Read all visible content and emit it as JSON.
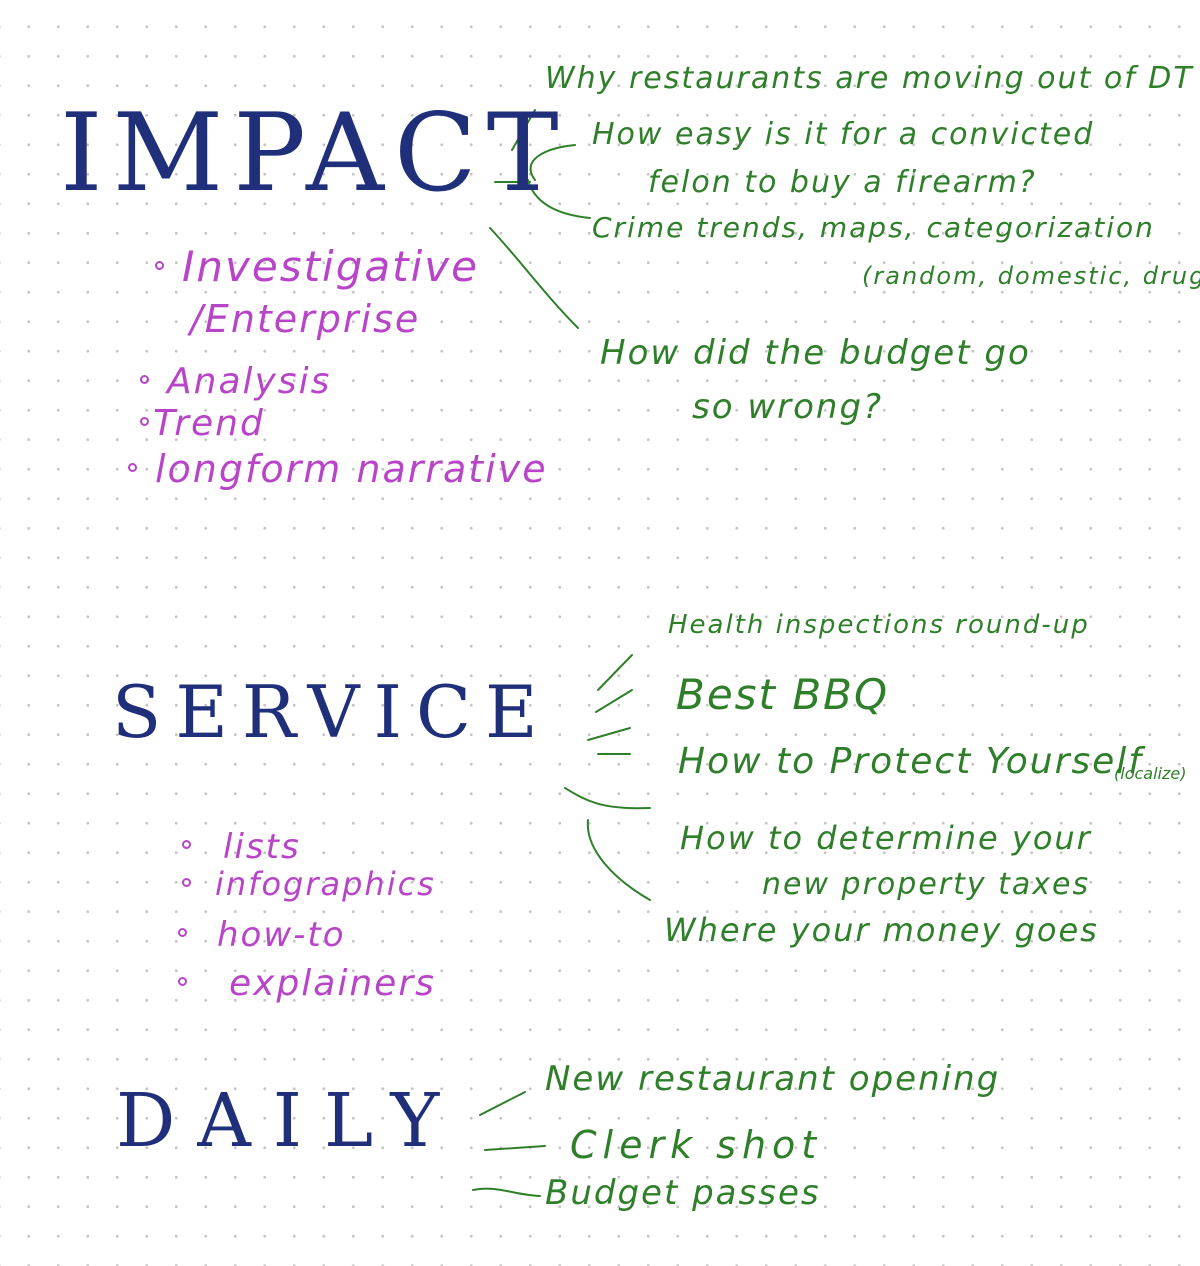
{
  "sections": {
    "impact": {
      "heading": "IMPACT",
      "bullets": [
        "Investigative",
        "/Enterprise",
        "Analysis",
        "Trend",
        "longform narrative"
      ],
      "examples": [
        "Why restaurants are moving out of DT",
        "How easy is it for a convicted",
        "felon to buy a firearm?",
        "Crime trends, maps, categorization",
        "(random, domestic, drugs)",
        "How did the budget go",
        "so wrong?"
      ]
    },
    "service": {
      "heading": "SERVICE",
      "bullets": [
        "lists",
        "infographics",
        "how-to",
        "explainers"
      ],
      "examples": [
        "Health inspections round-up",
        "Best BBQ",
        "How to Protect Yourself",
        "(localize)",
        "How to determine your",
        "new property taxes",
        "Where your money goes"
      ]
    },
    "daily": {
      "heading": "DAILY",
      "examples": [
        "New restaurant opening",
        "Clerk shot",
        "Budget passes"
      ]
    }
  },
  "colors": {
    "heading": "#1f2f7a",
    "bullets": "#b844c8",
    "examples": "#2f7f2a",
    "dot_grid": "#c4c4c4"
  }
}
